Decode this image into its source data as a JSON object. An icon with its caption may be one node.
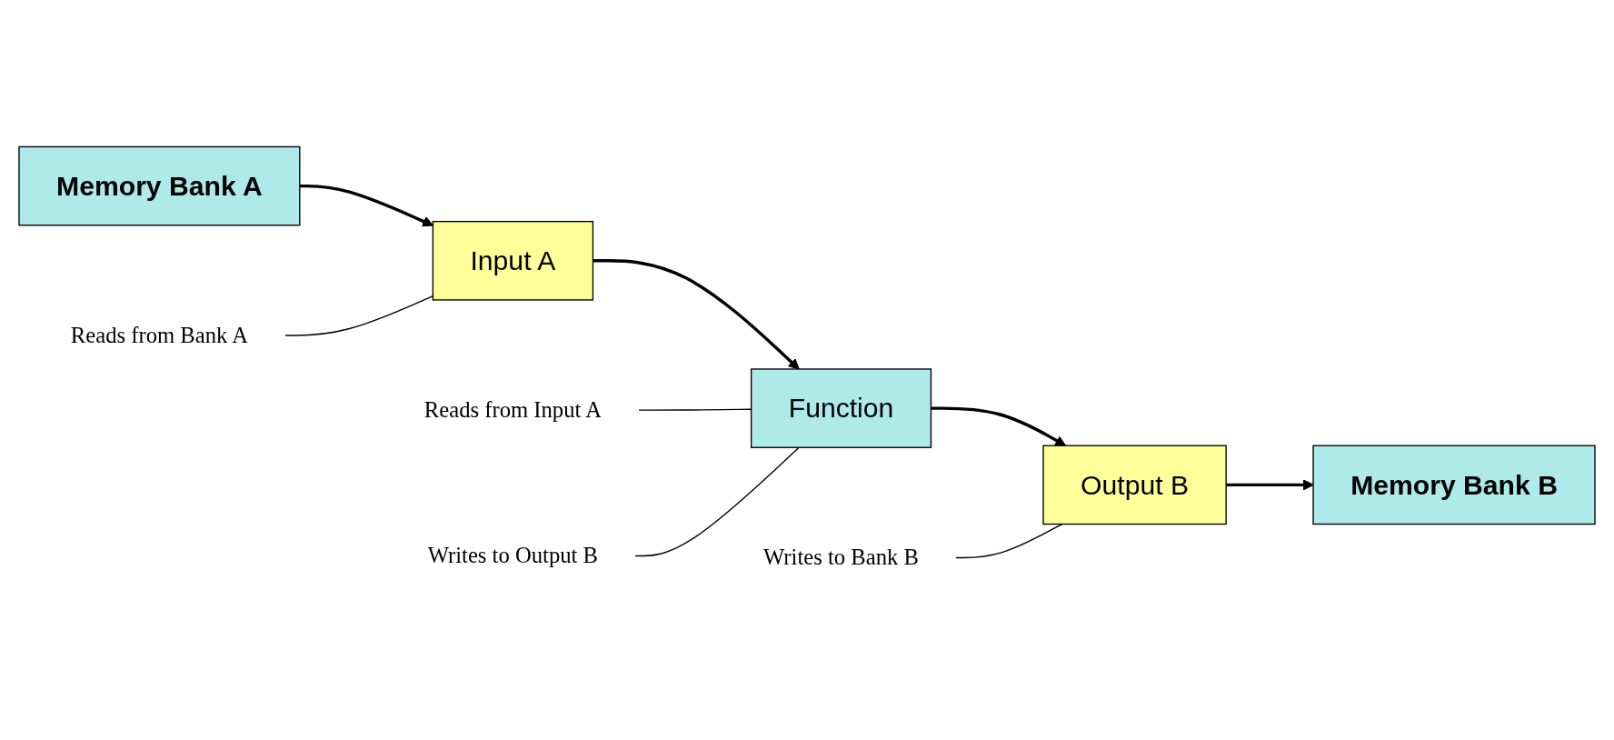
{
  "diagram": {
    "nodes": [
      {
        "text": [
          "Memory Bank A"
        ]
      },
      {
        "text": [
          "Memory Bank B"
        ]
      },
      {
        "text": [
          "Reads from Bank A"
        ]
      },
      {
        "text": [
          "Input A"
        ]
      },
      {
        "text": [
          "Function"
        ]
      },
      {
        "text": [
          "Output B"
        ]
      },
      {
        "text": [
          "Writes to Bank B"
        ]
      },
      {
        "text": [
          "Reads from Input A"
        ]
      },
      {
        "text": [
          "Writes to Output B"
        ]
      }
    ],
    "edges": [
      {
        "from": 0,
        "to": 3,
        "arrow": "to"
      },
      {
        "from": 3,
        "to": 4,
        "arrow": "to"
      },
      {
        "from": 4,
        "to": 5,
        "arrow": "to"
      },
      {
        "from": 5,
        "to": 1,
        "arrow": "to"
      },
      {
        "from": 2,
        "to": 3,
        "arrow": "none"
      },
      {
        "from": 7,
        "to": 4,
        "arrow": "none"
      },
      {
        "from": 8,
        "to": 4,
        "arrow": "none"
      },
      {
        "from": 6,
        "to": 5,
        "arrow": "none"
      }
    ]
  }
}
